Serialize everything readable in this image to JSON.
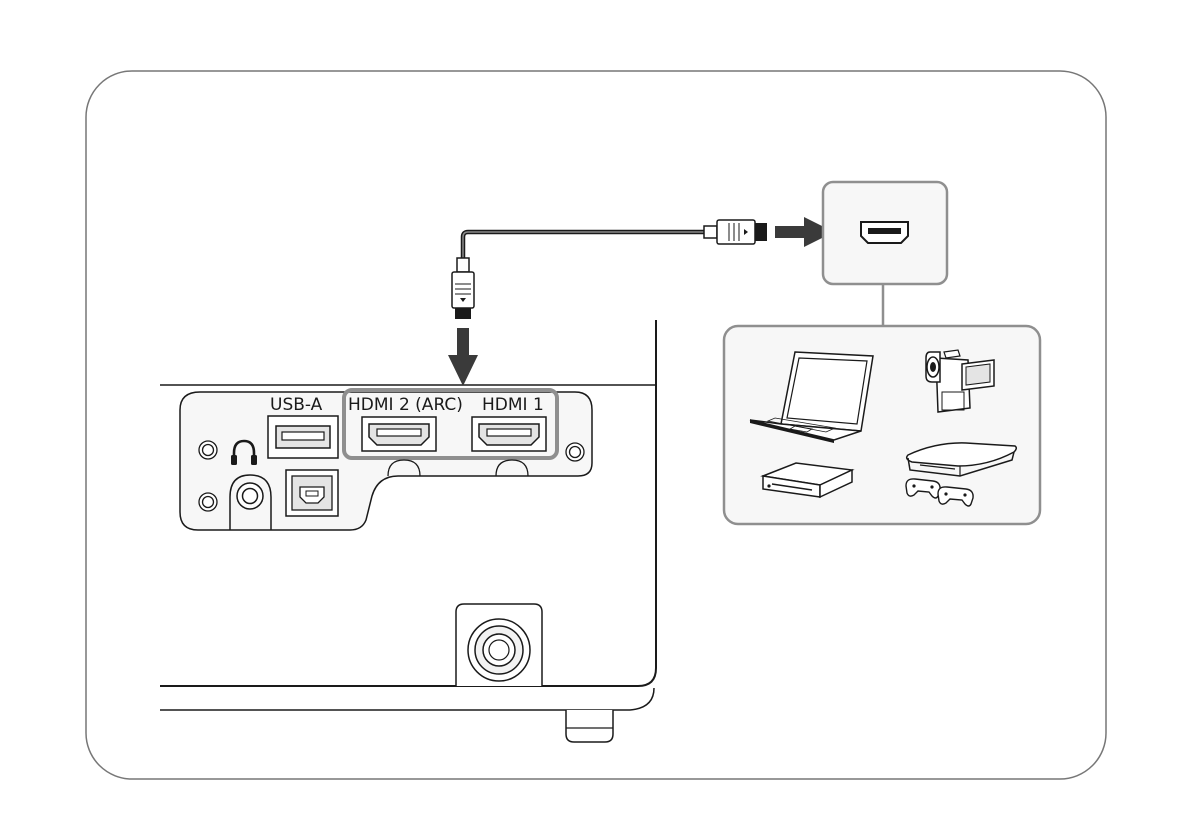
{
  "labels": {
    "usb_a": "USB-A",
    "hdmi2": "HDMI 2 (ARC)",
    "hdmi1": "HDMI 1"
  },
  "colors": {
    "frame": "#777777",
    "highlight": "#8f8f8f",
    "panel_fill": "#f7f7f7",
    "port_fill": "#e4e4e4",
    "arrow": "#3a3a3a",
    "line": "#1a1a1a"
  },
  "icons": [
    "laptop-icon",
    "camcorder-icon",
    "blu-ray-player-icon",
    "game-console-icon",
    "gamepad-icon"
  ]
}
